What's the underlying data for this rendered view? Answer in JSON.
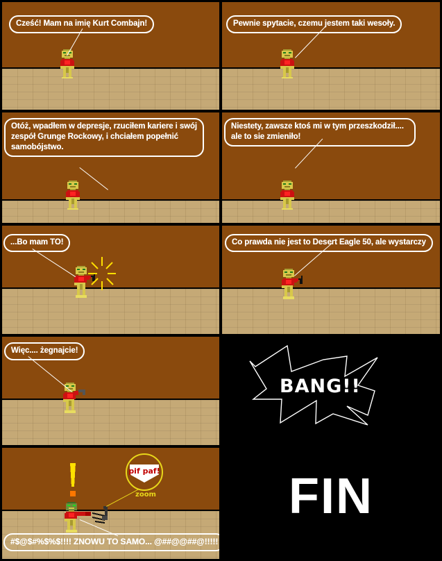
{
  "comic": {
    "title": "Kurt Combajn comic strip",
    "colors": {
      "wall": "#8a4a0d",
      "floor": "#c3a671",
      "bubble_outline": "#ffffff",
      "bubble_text": "#ffffff",
      "panel_border": "#000000",
      "loupe": "#e8d71a",
      "pifpaf_text": "#c00000",
      "muzzle_flash": "#ffe000",
      "sprite_body": "#cc1111",
      "sprite_limbs": "#d8c84a"
    },
    "panels": [
      {
        "id": "panel-1",
        "dialogue": "Cześć! Mam na imię Kurt Combajn!",
        "scene": "character standing in front of brown wall",
        "background": "room"
      },
      {
        "id": "panel-2",
        "dialogue": "Pewnie spytacie, czemu jestem taki wesoły.",
        "scene": "character standing in front of brown wall",
        "background": "room"
      },
      {
        "id": "panel-3",
        "dialogue": "Otóż, wpadłem w depresje, rzuciłem kariere i swój zespół Grunge Rockowy, i chciałem popełnić samobójstwo.",
        "scene": "character standing in front of brown wall",
        "background": "room"
      },
      {
        "id": "panel-4",
        "dialogue": "Niestety, zawsze ktoś mi w tym przeszkodził.... ale to sie zmieniło!",
        "scene": "character standing in front of brown wall",
        "background": "room"
      },
      {
        "id": "panel-5",
        "dialogue": "...Bo mam TO!",
        "scene": "character holding a gun with sparkle",
        "background": "room"
      },
      {
        "id": "panel-6",
        "dialogue": "Co prawda nie jest to Desert Eagle 50, ale wystarczy",
        "scene": "character holding a gun",
        "background": "room"
      },
      {
        "id": "panel-7",
        "dialogue": "Więc.... żegnajcie!",
        "scene": "character pointing gun at own head",
        "background": "room"
      },
      {
        "id": "panel-8",
        "dialogue": "BANG!!",
        "scene": "black panel with white star burst",
        "background": "black"
      },
      {
        "id": "panel-9",
        "dialogue": "#$@$#%$%$!!!! ZNOWU TO SAMO... @##@@##@!!!!!",
        "loupe_text": "pif paf!",
        "loupe_label": "zoom",
        "exclamation": "!",
        "scene": "character with misfired gun, zoom loupe showing pif paf",
        "background": "room"
      },
      {
        "id": "panel-10",
        "dialogue": "FIN",
        "scene": "black end card",
        "background": "black"
      }
    ]
  }
}
